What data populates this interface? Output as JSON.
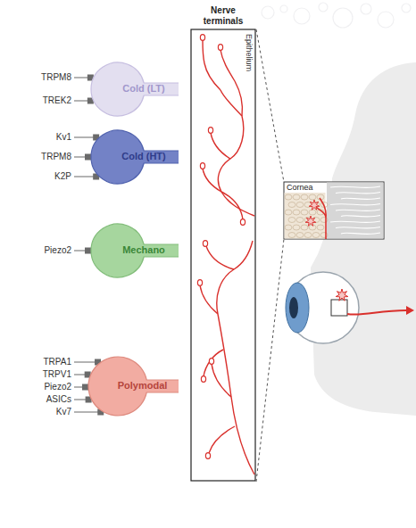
{
  "diagram": {
    "nodes": [
      {
        "text": [
          "Cold (LT)"
        ]
      },
      {
        "text": [
          "Cold (HT)"
        ]
      },
      {
        "text": [
          "Mechano"
        ]
      },
      {
        "text": [
          "Polymodal"
        ]
      },
      {
        "text": [
          "Nerve terminals",
          "Epithelium"
        ]
      },
      {
        "text": [
          "Cornea"
        ]
      }
    ],
    "edges": [
      {
        "from": 4,
        "to": 5,
        "arrow": "none"
      }
    ],
    "labels": [
      "TRPM8",
      "TREK2",
      "Kv1",
      "TRPM8",
      "K2P",
      "Piezo2",
      "TRPA1",
      "TRPV1",
      "Piezo2",
      "ASICs",
      "Kv7"
    ]
  }
}
